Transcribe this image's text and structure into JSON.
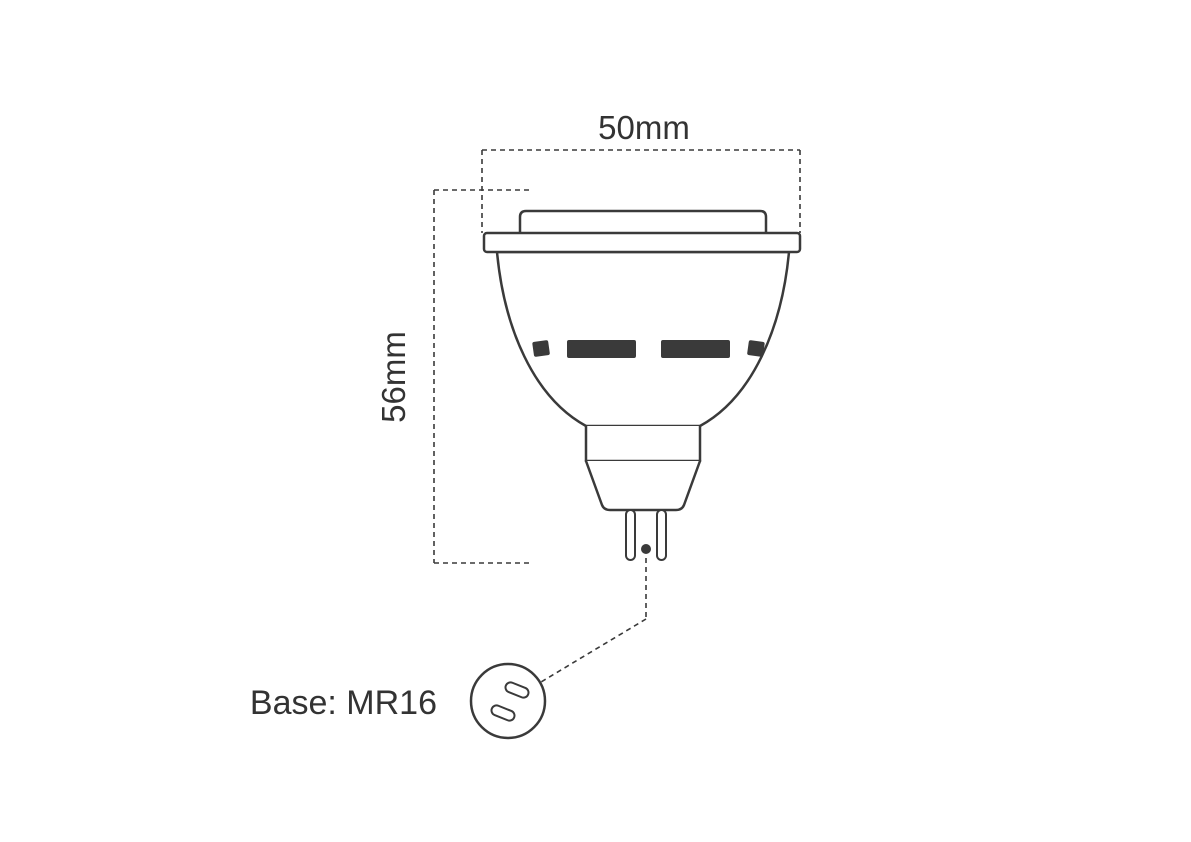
{
  "diagram": {
    "labels": {
      "width": "50mm",
      "height": "56mm",
      "base": "Base: MR16"
    },
    "dimensions": {
      "width": {
        "value": 50,
        "unit": "mm"
      },
      "height": {
        "value": 56,
        "unit": "mm"
      },
      "base_type": "MR16"
    },
    "colors": {
      "line": "#3a3a3a",
      "text": "#333333",
      "background": "#ffffff"
    }
  }
}
